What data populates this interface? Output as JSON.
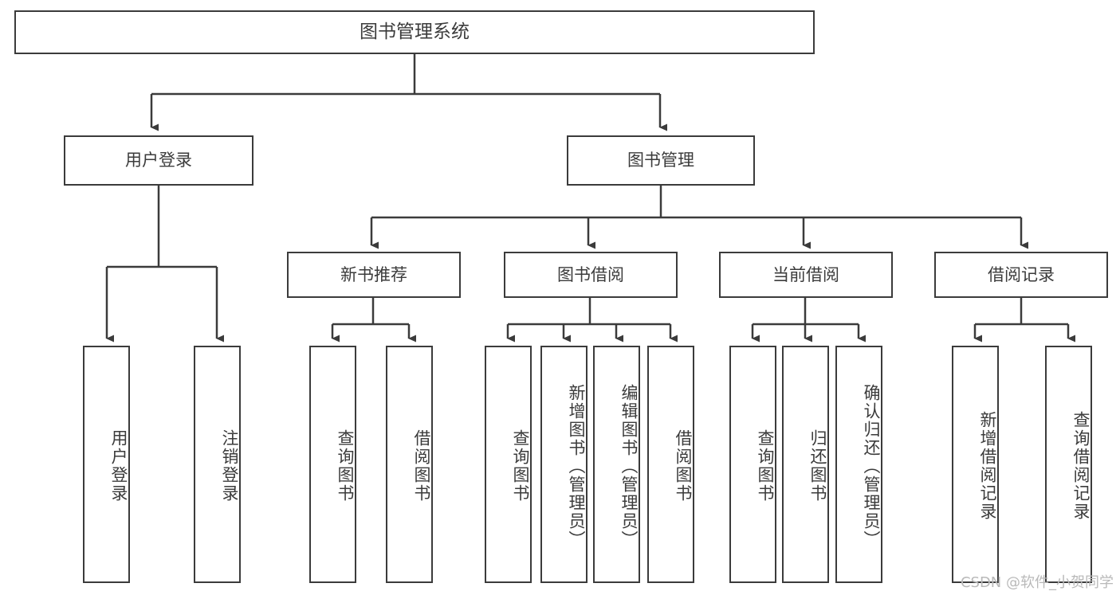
{
  "diagram": {
    "title": "图书管理系统",
    "type": "function-structure-tree",
    "watermark": "CSDN @软件_小贺同学",
    "colors": {
      "stroke": "#3b3b3b",
      "fill": "#ffffff",
      "text": "#3b3b3b",
      "watermark": "#b9b9b9"
    },
    "root": {
      "label": "图书管理系统"
    },
    "level1": [
      {
        "label": "用户登录"
      },
      {
        "label": "图书管理"
      }
    ],
    "level2": [
      {
        "label": "新书推荐"
      },
      {
        "label": "图书借阅"
      },
      {
        "label": "当前借阅"
      },
      {
        "label": "借阅记录"
      }
    ],
    "leaves": {
      "user_login": [
        {
          "label": "用户登录"
        },
        {
          "label": "注销登录"
        }
      ],
      "new_book_recommend": [
        {
          "label": "查询图书"
        },
        {
          "label": "借阅图书"
        }
      ],
      "book_borrow": [
        {
          "label": "查询图书"
        },
        {
          "label": "新增图书（管理员）"
        },
        {
          "label": "编辑图书（管理员）"
        },
        {
          "label": "借阅图书"
        }
      ],
      "current_borrow": [
        {
          "label": "查询图书"
        },
        {
          "label": "归还图书"
        },
        {
          "label": "确认归还（管理员）"
        }
      ],
      "borrow_record": [
        {
          "label": "新增借阅记录"
        },
        {
          "label": "查询借阅记录"
        }
      ]
    }
  }
}
